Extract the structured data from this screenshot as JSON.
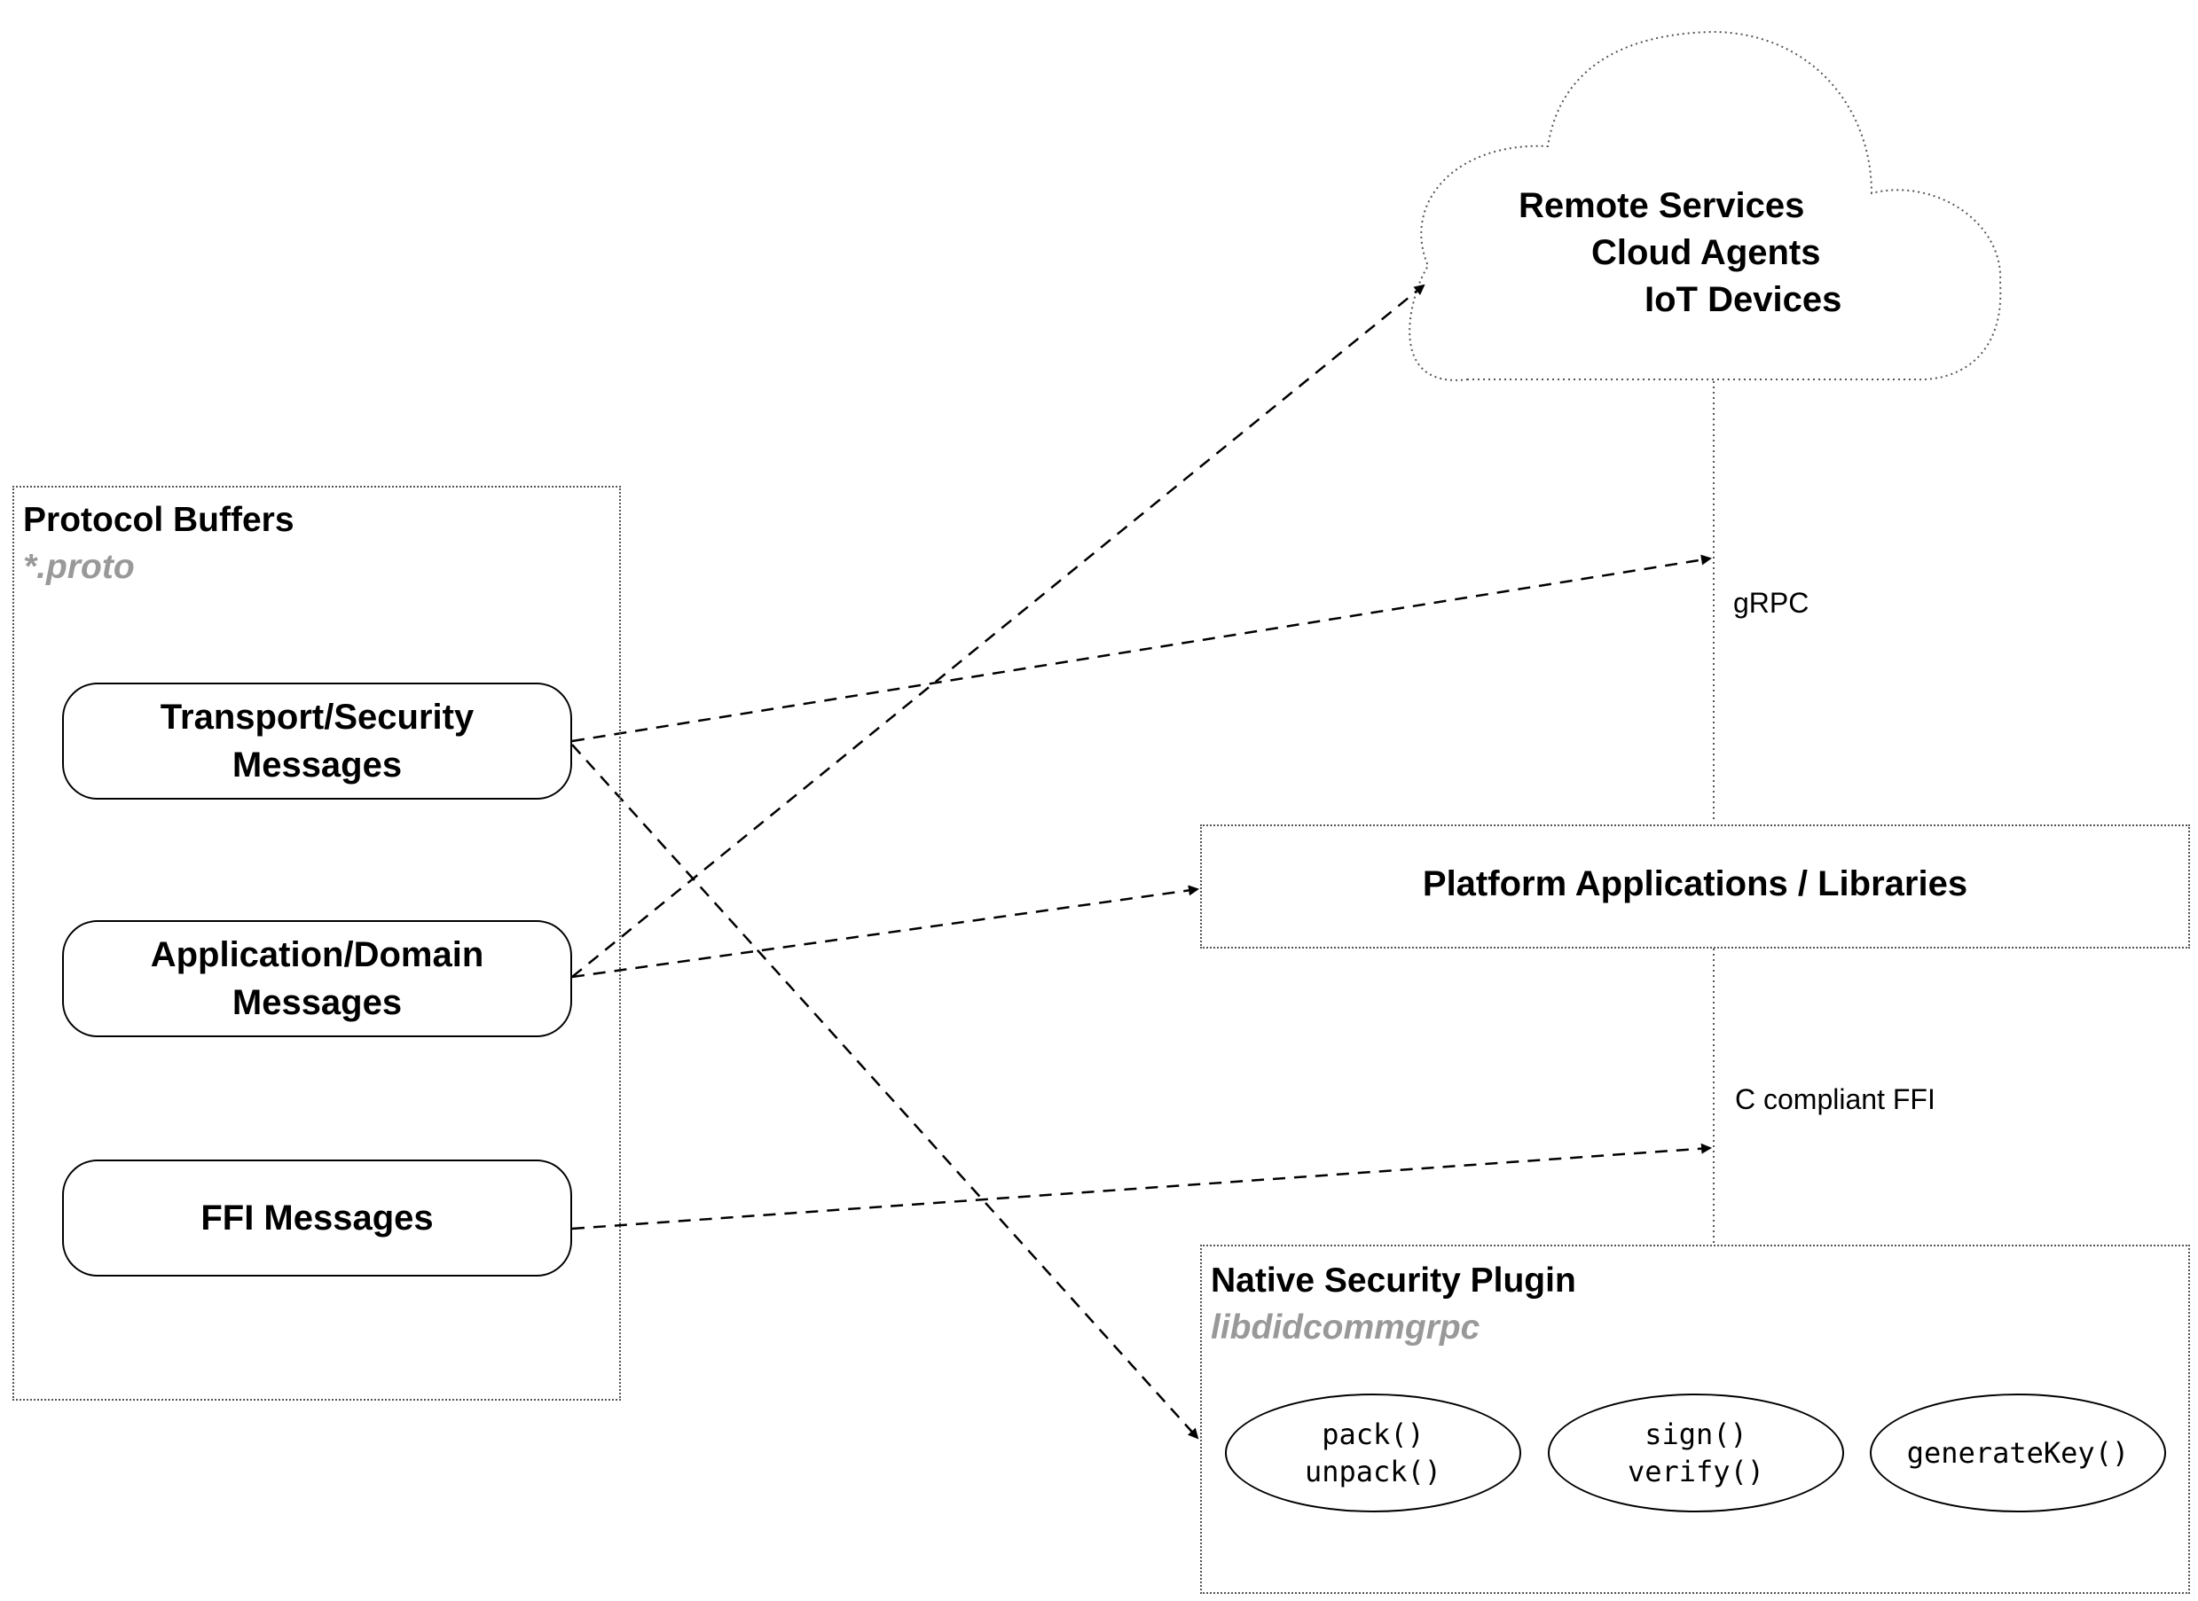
{
  "cloud": {
    "lines": [
      "Remote Services",
      "Cloud Agents",
      "IoT Devices"
    ]
  },
  "protocol_buffers": {
    "title": "Protocol Buffers",
    "subtitle": "*.proto",
    "messages": [
      {
        "line1": "Transport/Security",
        "line2": "Messages"
      },
      {
        "line1": "Application/Domain",
        "line2": "Messages"
      },
      {
        "line1": "FFI Messages",
        "line2": ""
      }
    ]
  },
  "platform": {
    "title": "Platform Applications / Libraries"
  },
  "native_plugin": {
    "title": "Native Security Plugin",
    "subtitle": "libdidcommgrpc",
    "functions": [
      {
        "line1": "pack()",
        "line2": "unpack()"
      },
      {
        "line1": "sign()",
        "line2": "verify()"
      },
      {
        "line1": "generateKey()",
        "line2": ""
      }
    ]
  },
  "edges": {
    "grpc_label": "gRPC",
    "ffi_label": "C compliant FFI"
  },
  "colors": {
    "subtitle_gray": "#999999",
    "line": "#000000",
    "dotted_border": "#555555"
  }
}
